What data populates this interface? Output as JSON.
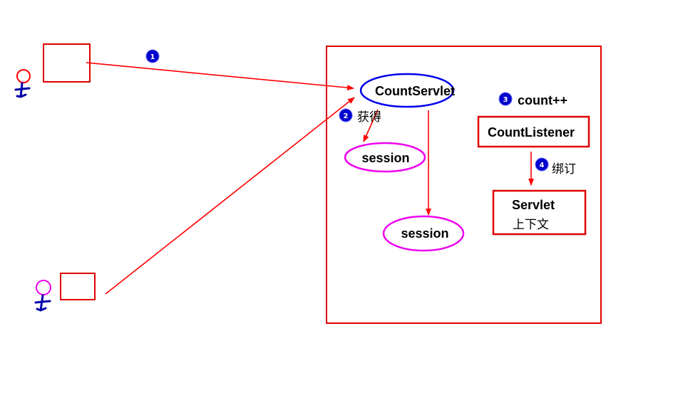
{
  "colors": {
    "arrow": "#ff0000",
    "box": "#e00000",
    "servlet_ellipse": "#0000ee",
    "session_ellipse": "#ee00ee",
    "badge": "#0000cc",
    "user1_head": "#ff0000",
    "user2_head": "#ee00ee",
    "user_body": "#0000aa"
  },
  "icons": {
    "user": "stick-figure-icon",
    "step_badge": "numbered-circle-badge"
  },
  "nodes": {
    "count_servlet": "CountServlet",
    "session_top": "session",
    "session_bottom": "session",
    "count_listener": "CountListener",
    "servlet_context_line1": "Servlet",
    "servlet_context_line2": "上下文"
  },
  "steps": {
    "step1": {
      "number": "1",
      "label": ""
    },
    "step2": {
      "number": "2",
      "label": "获得"
    },
    "step3": {
      "number": "3",
      "label": "count++"
    },
    "step4": {
      "number": "4",
      "label": "绑订"
    }
  }
}
